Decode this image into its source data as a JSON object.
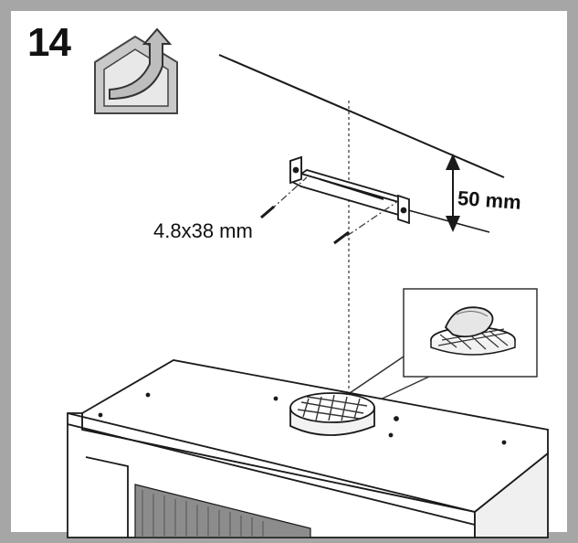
{
  "step": {
    "number": "14"
  },
  "icon": {
    "name": "house-ducted-exhaust-icon"
  },
  "labels": {
    "screw_size": "4.8x38 mm",
    "distance": "50 mm"
  },
  "colors": {
    "frame": "#a6a6a6",
    "line": "#1a1a1a",
    "icon_fill": "#c9c9c9"
  }
}
